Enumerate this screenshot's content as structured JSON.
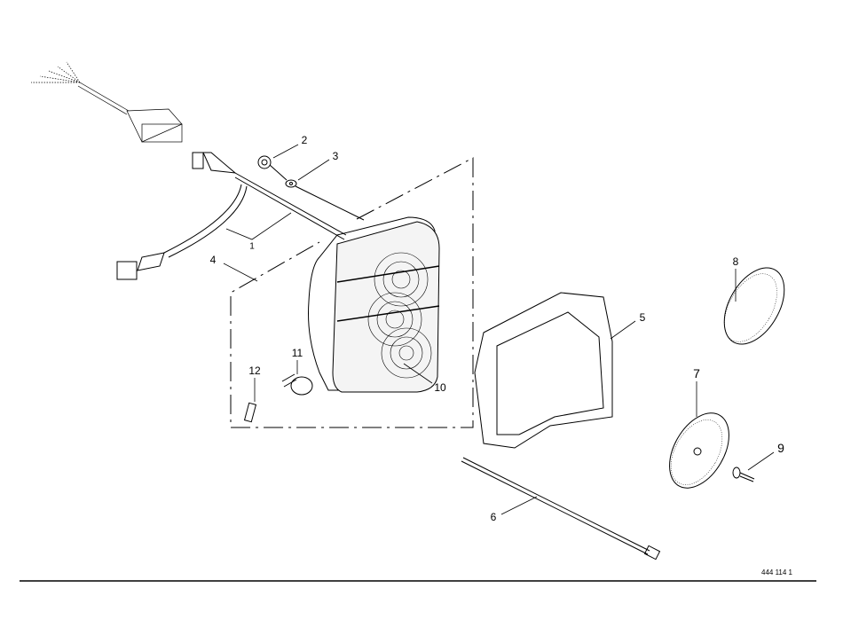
{
  "diagram": {
    "part_labels": [
      "1",
      "2",
      "3",
      "4",
      "5",
      "6",
      "7",
      "8",
      "9",
      "10",
      "11",
      "12"
    ],
    "drawing_number": "444 114 1",
    "line_color": "#000000",
    "background": "#ffffff"
  }
}
